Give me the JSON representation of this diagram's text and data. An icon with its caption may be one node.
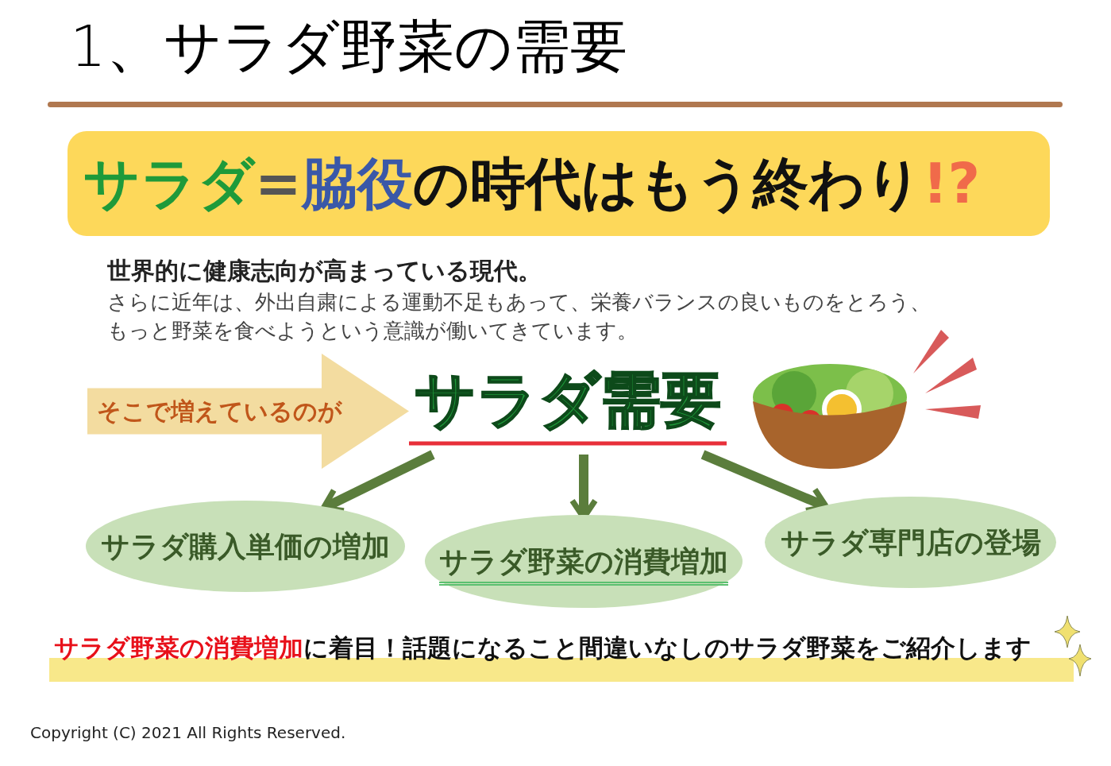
{
  "diagram": {
    "title": "1、サラダ野菜の需要",
    "nodes": [
      {
        "text": [
          "そこで増えているのが"
        ]
      },
      {
        "text": [
          "サラダ需要"
        ]
      },
      {
        "text": [
          "サラダ購入単価の増加"
        ]
      },
      {
        "text": [
          "サラダ野菜の消費増加"
        ]
      },
      {
        "text": [
          "サラダ専門店の登場"
        ]
      }
    ],
    "edges": [
      {
        "from": 1,
        "to": 2,
        "arrow": "to"
      },
      {
        "from": 1,
        "to": 3,
        "arrow": "to"
      },
      {
        "from": 1,
        "to": 4,
        "arrow": "to"
      }
    ],
    "labels": [
      "サラダ",
      "=",
      "脇役",
      "の時代はもう終わり",
      "!?",
      "世界的に健康志向が高まっている現代。",
      "さらに近年は、外出自粛による運動不足もあって、栄養バランスの良いものをとろう、もっと野菜を食べようという意識が働いてきています。",
      "サラダ野菜の消費増加",
      "に着目！話題になること間違いなしのサラダ野菜をご紹介します",
      "Copyright (C) 2021 All Rights Reserved."
    ]
  }
}
